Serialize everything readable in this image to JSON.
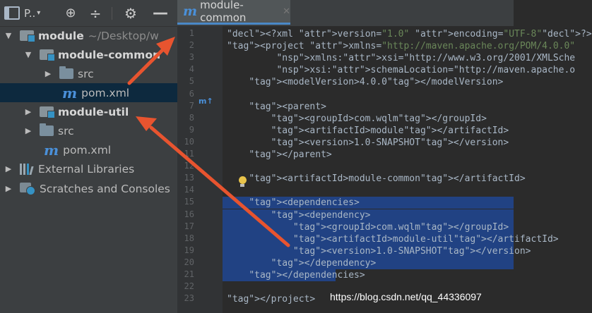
{
  "toolbar": {
    "project_label": "P..",
    "target_icon": "⊕",
    "collapse_icon": "÷",
    "gear_icon": "⚙",
    "hide_icon": "—"
  },
  "tree": [
    {
      "label": "module",
      "path": "~/Desktop/w",
      "type": "module",
      "expanded": true
    },
    {
      "label": "module-common",
      "type": "module",
      "expanded": true
    },
    {
      "label": "src",
      "type": "src"
    },
    {
      "label": "pom.xml",
      "type": "maven",
      "selected": true
    },
    {
      "label": "module-util",
      "type": "module"
    },
    {
      "label": "src",
      "type": "src"
    },
    {
      "label": "pom.xml",
      "type": "maven"
    },
    {
      "label": "External Libraries",
      "type": "libs"
    },
    {
      "label": "Scratches and Consoles",
      "type": "scratch"
    }
  ],
  "editor": {
    "tab_label": "module-common",
    "line_numbers": [
      "1",
      "2",
      "3",
      "4",
      "5",
      "6",
      "7",
      "8",
      "9",
      "10",
      "11",
      "12",
      "13",
      "14",
      "15",
      "16",
      "17",
      "18",
      "19",
      "20",
      "21",
      "22",
      "23"
    ],
    "lines": [
      "<?xml version=\"1.0\" encoding=\"UTF-8\"?>",
      "<project xmlns=\"http://maven.apache.org/POM/4.0.0\"",
      "         xmlns:xsi=\"http://www.w3.org/2001/XMLSche",
      "         xsi:schemaLocation=\"http://maven.apache.o",
      "    <modelVersion>4.0.0</modelVersion>",
      "",
      "    <parent>",
      "        <groupId>com.wqlm</groupId>",
      "        <artifactId>module</artifactId>",
      "        <version>1.0-SNAPSHOT</version>",
      "    </parent>",
      "",
      "    <artifactId>module-common</artifactId>",
      "",
      "    <dependencies>",
      "        <dependency>",
      "            <groupId>com.wqlm</groupId>",
      "            <artifactId>module-util</artifactId>",
      "            <version>1.0-SNAPSHOT</version>",
      "        </dependency>",
      "    </dependencies>",
      "",
      "</project>"
    ],
    "mvn_gutter_mark": "m↑"
  },
  "colors": {
    "selection": "#214283",
    "tag": "#e8bf6a",
    "string": "#6a8759",
    "arrow": "#e8542f"
  },
  "watermark": "https://blog.csdn.net/qq_44336097"
}
